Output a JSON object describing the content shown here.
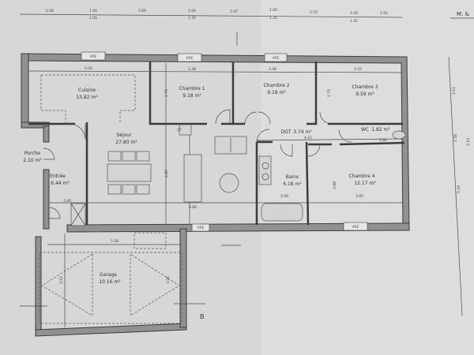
{
  "rooms": [
    {
      "name": "Cuisine",
      "area": "13.82 m²"
    },
    {
      "name": "Chambre 1",
      "area": "9.18 m²"
    },
    {
      "name": "Chambre 2",
      "area": "9.18 m²"
    },
    {
      "name": "Chambre 3",
      "area": "9.59 m²"
    },
    {
      "name": "DGT",
      "area": "3.74 m²"
    },
    {
      "name": "WC",
      "area": "1.82 m²"
    },
    {
      "name": "Séjour",
      "area": "27.80 m²"
    },
    {
      "name": "Porche",
      "area": "2.10 m²"
    },
    {
      "name": "Entrée",
      "area": "6.44 m²"
    },
    {
      "name": "Bains",
      "area": "6.18 m²"
    },
    {
      "name": "Chambre 4",
      "area": "12.17 m²"
    },
    {
      "name": "Garage",
      "area": "10.16 m²"
    }
  ],
  "top_dimensions": [
    "2.56",
    "1.00",
    "3.69",
    "1.00",
    "2.47",
    "1.00",
    "2.55",
    "1.00",
    "1.62"
  ],
  "top_sub_dimensions": [
    "1.05",
    "1.35",
    "1.35",
    "1.35"
  ],
  "inner_dimensions": [
    "5.04",
    "3.48",
    "3.48",
    "3.55",
    "2.70",
    "2.70",
    "4.15",
    "1.80",
    "4.85",
    "6.86",
    "2.09",
    "3.95",
    "3.88",
    "5.58",
    "1.60",
    "3.52",
    "3.56"
  ],
  "window_label": "VRE",
  "cf_label": "CF",
  "section_label": "B",
  "corner_text": "M. &",
  "right_dimensions": [
    "3.11",
    "1.58",
    "5.49",
    "3.14"
  ]
}
